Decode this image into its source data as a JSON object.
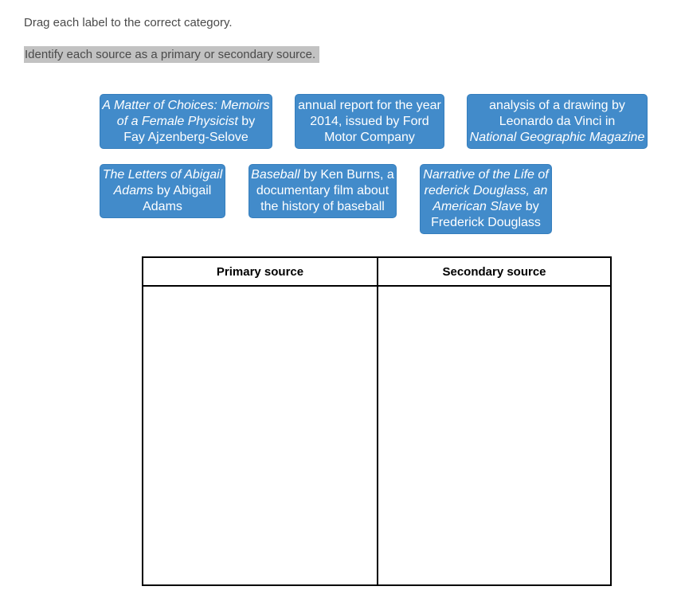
{
  "instructions": {
    "line1": "Drag each label to the correct category.",
    "line2": "Identify each source as a primary or secondary source."
  },
  "labels": [
    {
      "lines": [
        {
          "segments": [
            {
              "text": "A Matter of Choices: Memoirs",
              "italic": true
            }
          ]
        },
        {
          "segments": [
            {
              "text": "of a Female Physicist",
              "italic": true
            },
            {
              "text": " by",
              "italic": false
            }
          ]
        },
        {
          "segments": [
            {
              "text": "Fay Ajzenberg-Selove",
              "italic": false
            }
          ]
        }
      ]
    },
    {
      "lines": [
        {
          "segments": [
            {
              "text": "annual report for the year",
              "italic": false
            }
          ]
        },
        {
          "segments": [
            {
              "text": "2014, issued by Ford",
              "italic": false
            }
          ]
        },
        {
          "segments": [
            {
              "text": "Motor Company",
              "italic": false
            }
          ]
        }
      ]
    },
    {
      "lines": [
        {
          "segments": [
            {
              "text": "analysis of a drawing by",
              "italic": false
            }
          ]
        },
        {
          "segments": [
            {
              "text": "Leonardo da Vinci in",
              "italic": false
            }
          ]
        },
        {
          "segments": [
            {
              "text": "National Geographic Magazine",
              "italic": true
            }
          ]
        }
      ]
    },
    {
      "lines": [
        {
          "segments": [
            {
              "text": "The Letters of Abigail",
              "italic": true
            }
          ]
        },
        {
          "segments": [
            {
              "text": "Adams",
              "italic": true
            },
            {
              "text": " by Abigail",
              "italic": false
            }
          ]
        },
        {
          "segments": [
            {
              "text": "Adams",
              "italic": false
            }
          ]
        }
      ]
    },
    {
      "lines": [
        {
          "segments": [
            {
              "text": "Baseball",
              "italic": true
            },
            {
              "text": " by Ken Burns, a",
              "italic": false
            }
          ]
        },
        {
          "segments": [
            {
              "text": "documentary film about",
              "italic": false
            }
          ]
        },
        {
          "segments": [
            {
              "text": "the history of baseball",
              "italic": false
            }
          ]
        }
      ]
    },
    {
      "lines": [
        {
          "segments": [
            {
              "text": "Narrative of the Life of",
              "italic": true
            }
          ]
        },
        {
          "segments": [
            {
              "text": "rederick Douglass, an",
              "italic": true
            }
          ]
        },
        {
          "segments": [
            {
              "text": "American Slave",
              "italic": true
            },
            {
              "text": " by",
              "italic": false
            }
          ]
        },
        {
          "segments": [
            {
              "text": "Frederick Douglass",
              "italic": false
            }
          ]
        }
      ]
    }
  ],
  "table": {
    "headers": [
      "Primary source",
      "Secondary source"
    ]
  },
  "colors": {
    "label_bg": "#428bca",
    "label_border": "#357ebd",
    "label_text": "#ffffff",
    "instruction_text": "#4a4a4a",
    "highlight_bg": "#c2c2c2",
    "table_border": "#000000"
  }
}
